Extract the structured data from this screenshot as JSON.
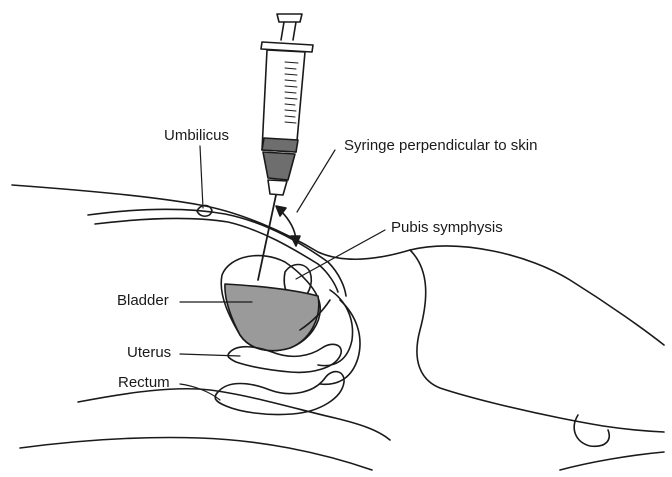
{
  "labels": {
    "umbilicus": "Umbilicus",
    "syringe": "Syringe perpendicular to skin",
    "pubis": "Pubis symphysis",
    "bladder": "Bladder",
    "uterus": "Uterus",
    "rectum": "Rectum"
  },
  "colors": {
    "line": "#1a1a1a",
    "urine_fill": "#9a9a9a",
    "syringe_dark": "#6e6e6e"
  }
}
